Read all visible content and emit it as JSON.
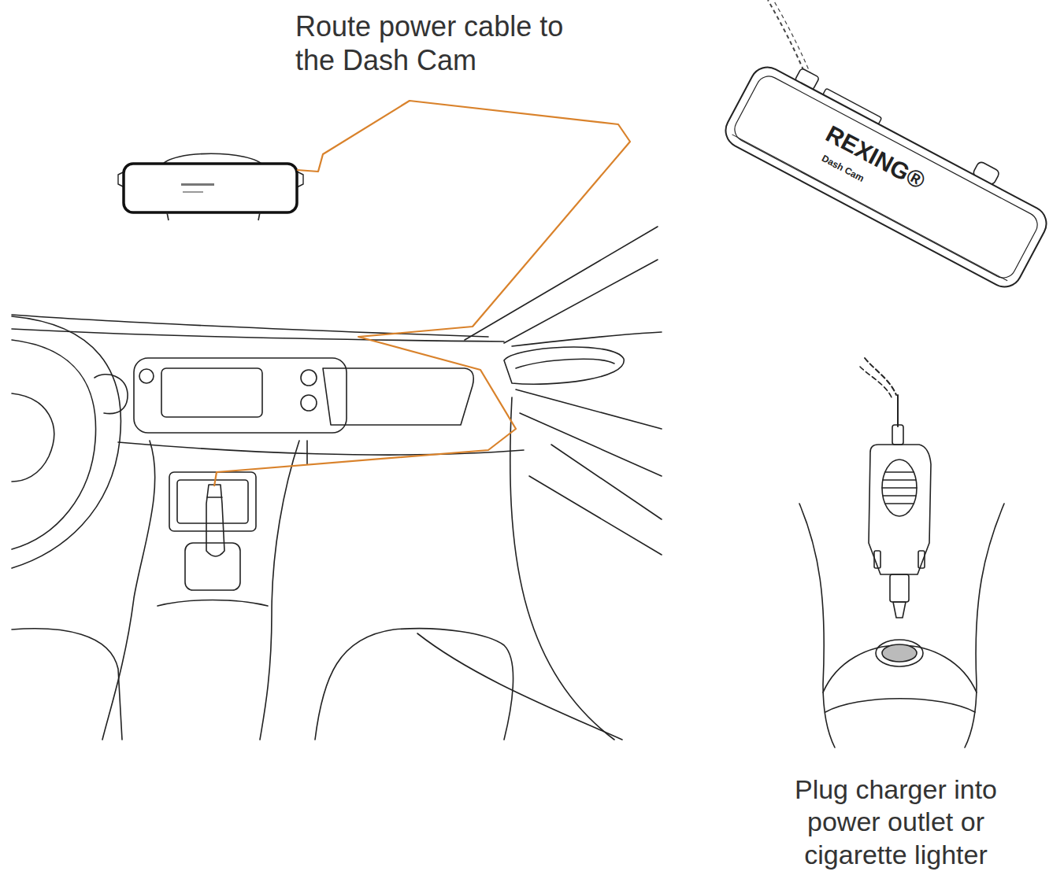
{
  "diagram": {
    "labels": [
      "Route power cable to the Dash Cam",
      "Plug charger into power outlet or cigarette lighter",
      "REXING®",
      "Dash Cam"
    ]
  }
}
